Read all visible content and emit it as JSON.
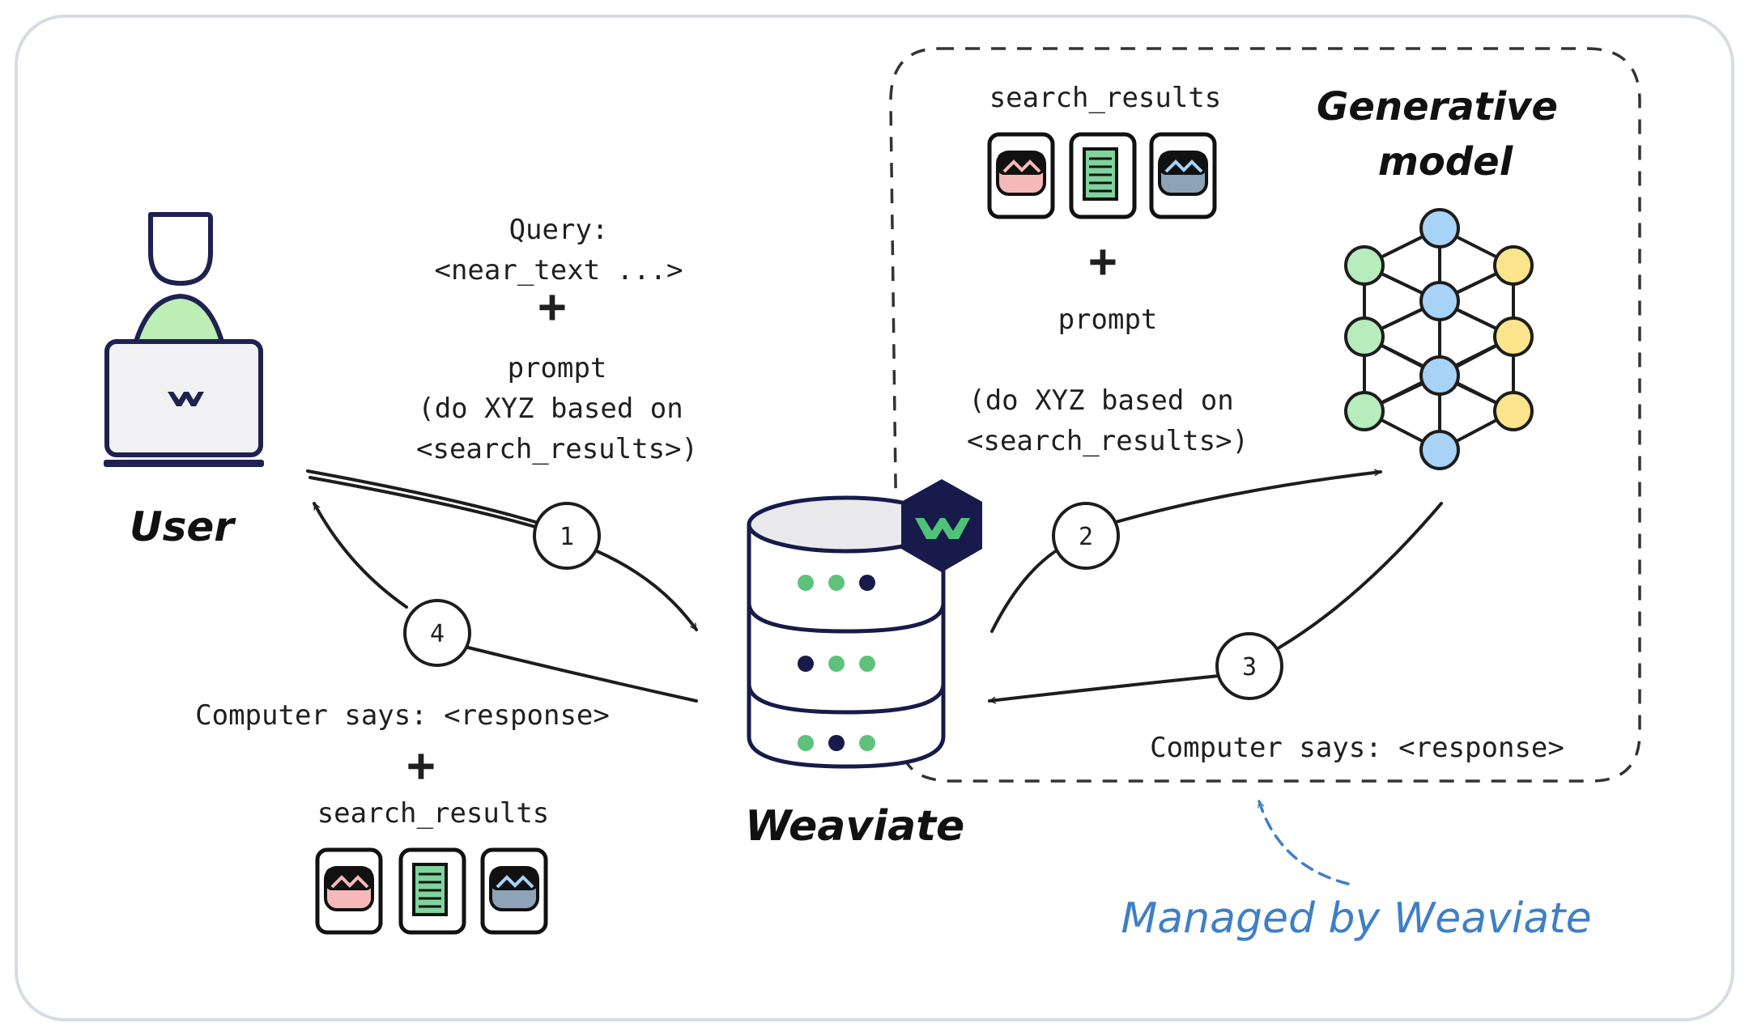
{
  "labels": {
    "user": "User",
    "weaviate": "Weaviate",
    "generative_model_line1": "Generative",
    "generative_model_line2": "model",
    "managed_by": "Managed by Weaviate"
  },
  "query_block": {
    "line1": "Query:",
    "line2": "<near_text ...>",
    "plus": "+",
    "line3": "prompt",
    "line4": "(do XYZ based on",
    "line5": "<search_results>)"
  },
  "managed_block": {
    "search_results": "search_results",
    "plus": "+",
    "prompt": "prompt",
    "line1": "(do XYZ based on",
    "line2": "<search_results>)",
    "response": "Computer says: <response>"
  },
  "response_block": {
    "response": "Computer says: <response>",
    "plus": "+",
    "search_results": "search_results"
  },
  "steps": [
    "1",
    "2",
    "3",
    "4"
  ],
  "colors": {
    "frame": "#d7dbe3",
    "navy": "#171a4a",
    "green": "#3fbf6f",
    "green_light": "#bdeeb5",
    "blue_node": "#a7d3f7",
    "yellow_node": "#fbe48c",
    "green_node": "#b7ecbc",
    "pink": "#f6b9b9",
    "doc_green": "#7fd39b",
    "slate": "#8ea2b8",
    "managed_blue": "#3f7fc7"
  },
  "icons": [
    "user-laptop-icon",
    "weaviate-logo-icon",
    "database-icon",
    "neural-network-icon",
    "image-card-icon",
    "document-card-icon"
  ]
}
